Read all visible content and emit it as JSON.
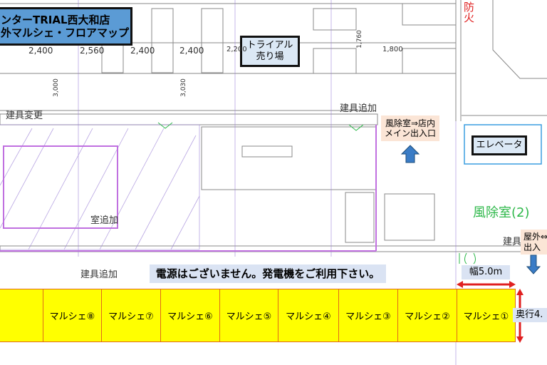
{
  "title": {
    "line1": "ンターTRIAL西大和店",
    "line2": "外マルシェ・フロアマップ"
  },
  "labels": {
    "trial_area": {
      "line1": "トライアル",
      "line2": "売り場"
    },
    "door_change": "建具変更",
    "door_add_top": "建具追加",
    "room_add": "室追加",
    "door_add_bottom": "建具追加",
    "door_right": "建具",
    "fire": "防火",
    "windbreak2": "風除室(2)"
  },
  "entrance_main": {
    "line1": "風除室⇒店内",
    "line2": "メイン出入口"
  },
  "elevator": "エレベータ",
  "entrance_outdoor": {
    "line1": "屋外⇔",
    "line2": "出入"
  },
  "notice": "電源はございません。発電機をご利用下さい。",
  "stall_width": "幅5.0m",
  "stall_depth": "奥行4.",
  "dimensions": [
    "2,400",
    "2,560",
    "2,400",
    "2,400",
    "2,200",
    "1,800",
    "3,000",
    "3,030",
    "1,760"
  ],
  "stalls": [
    "マルシェ⑧",
    "マルシェ⑦",
    "マルシェ⑥",
    "マルシェ⑤",
    "マルシェ④",
    "マルシェ③",
    "マルシェ②",
    "マルシェ①"
  ],
  "colors": {
    "stall": "#ffff00",
    "stall_border": "#e06a1a",
    "arrow_red": "#e02020",
    "arrow_blue": "#3a7cc6",
    "title_bg": "#5b9bd5"
  }
}
